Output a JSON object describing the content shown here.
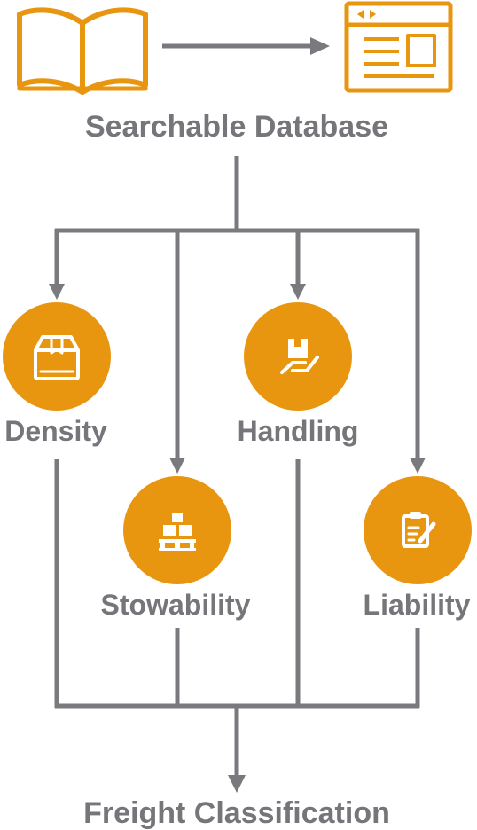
{
  "source": {
    "book_icon": "open-book-icon",
    "database_icon": "browser-window-icon",
    "label": "Searchable Database"
  },
  "nodes": {
    "density": {
      "label": "Density",
      "icon": "package-box-icon"
    },
    "stowability": {
      "label": "Stowability",
      "icon": "stacked-boxes-pallet-icon"
    },
    "handling": {
      "label": "Handling",
      "icon": "hand-holding-box-icon"
    },
    "liability": {
      "label": "Liability",
      "icon": "clipboard-pen-icon"
    }
  },
  "result": {
    "label": "Freight Classification"
  },
  "colors": {
    "accent": "#e8960f",
    "line": "#7a7a7e",
    "text": "#75757a"
  }
}
